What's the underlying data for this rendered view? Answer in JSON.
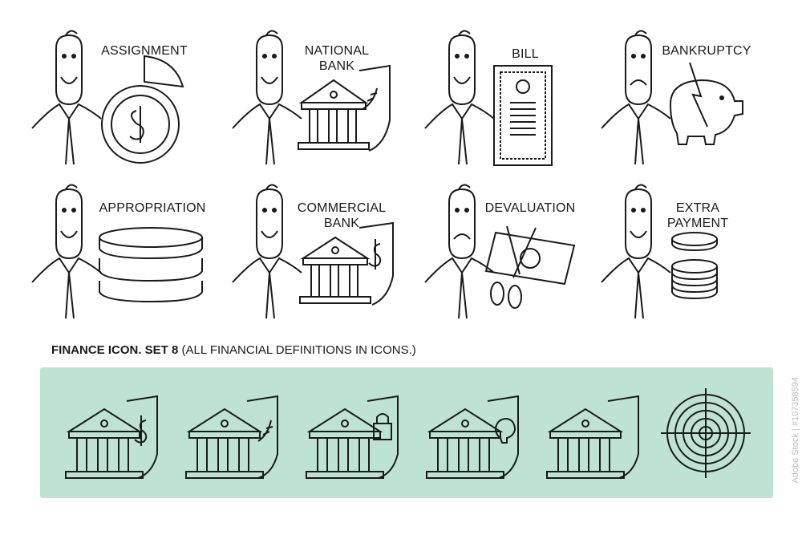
{
  "icons": [
    {
      "id": "assignment",
      "label_lines": [
        "ASSIGNMENT"
      ],
      "icon": "pie-chart-dollar-icon"
    },
    {
      "id": "national-bank",
      "label_lines": [
        "NATIONAL",
        "BANK"
      ],
      "icon": "bank-laurel-icon"
    },
    {
      "id": "bill",
      "label_lines": [
        "BILL"
      ],
      "icon": "certificate-bill-icon"
    },
    {
      "id": "bankruptcy",
      "label_lines": [
        "BANKRUPTCY"
      ],
      "icon": "broken-piggy-bank-icon"
    },
    {
      "id": "appropriation",
      "label_lines": [
        "APPROPRIATION"
      ],
      "icon": "cut-coin-stack-icon"
    },
    {
      "id": "commercial-bank",
      "label_lines": [
        "COMMERCIAL",
        "BANK"
      ],
      "icon": "bank-dollar-icon"
    },
    {
      "id": "devaluation",
      "label_lines": [
        "DEVALUATION"
      ],
      "icon": "scissors-banknote-icon"
    },
    {
      "id": "extra-payment",
      "label_lines": [
        "EXTRA",
        "PAYMENT"
      ],
      "icon": "coin-stack-icon"
    }
  ],
  "set_title": {
    "bold": "FINANCE ICON. SET 8",
    "rest": " (ALL FINANCIAL DEFINITIONS IN ICONS.)"
  },
  "panel_icons": [
    "bank-dollar-icon",
    "bank-laurel-icon",
    "bank-lock-icon",
    "bank-piggy-icon",
    "bank-blank-shield-icon",
    "target-icon"
  ],
  "side_text": "Adobe Stock | #107358594",
  "colors": {
    "panel": "#bfe3d3",
    "line": "#1a1a1a"
  }
}
